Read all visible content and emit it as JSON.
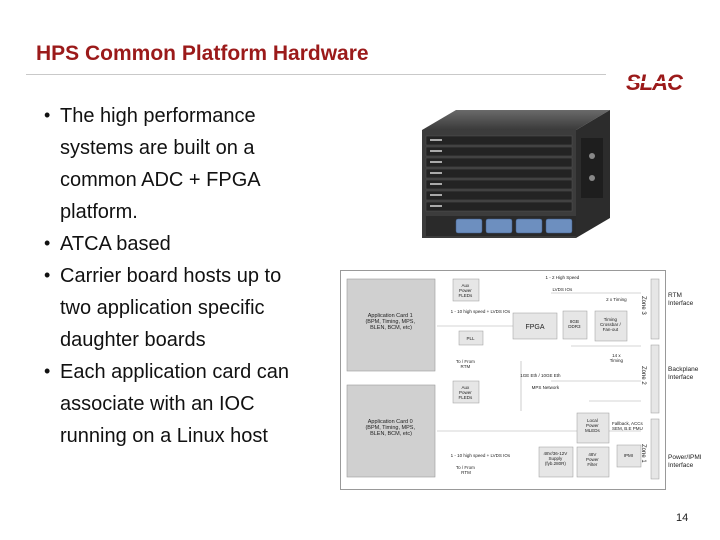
{
  "slide": {
    "title": "HPS Common Platform Hardware",
    "page_number": "14"
  },
  "logo": {
    "text": "SLAC"
  },
  "bullets": [
    "The high performance systems are built on a common ADC + FPGA platform.",
    "ATCA based",
    "Carrier board hosts up to two application specific daughter boards",
    "Each application card can associate with an IOC running on a Linux host"
  ],
  "diagram": {
    "app1": "Application Card 1\n(BPM, Timing, MPS,\nBLEN, BCM, etc)",
    "app0": "Application Card 0\n(BPM, Timing, MPS,\nBLEN, BCM, etc)",
    "aux1": "Aux\nPower\nFLEDs",
    "aux0": "Aux\nPower\nFLEDs",
    "fpga": "FPGA",
    "high_speed": "1 - 2 High Speed",
    "lvds": "LVDS IOs",
    "timing_x2": "2 x Timing",
    "rtm_interface": "RTM\nInterface",
    "zone3": "Zone 3",
    "zone2": "Zone 2",
    "zone1": "Zone 1",
    "ddr3": "8GB\nDDR3",
    "timing_crossbar": "Timing\nCrossbar /\nFan-out",
    "pll": "PLL",
    "timing_x14": "14 x\nTiming",
    "eth_1g_10g": "1GE Eth / 10GE Eth",
    "backplane_interface": "Backplane\nInterface",
    "mps_network": "MPS Network",
    "local_power": "Local\nPower\nMLEDs",
    "ipmi": "IPMI",
    "fallback": "Fallback, ACCs\nSEM, B.E PMU",
    "power_ipmi": "Power/IPMI\nInterface",
    "supply": "48V/36-12V\nSupply\n(fyb.280R)",
    "power_filter": "48V\nPower\nFilter",
    "io_speed_1": "1 - 10 high speed + LVDS IOs",
    "io_speed_0": "1 - 10 high speed + LVDS IOs",
    "to_from_rtm_1": "To / From\nRTM",
    "to_from_rtm_0": "To / From\nRTM"
  }
}
